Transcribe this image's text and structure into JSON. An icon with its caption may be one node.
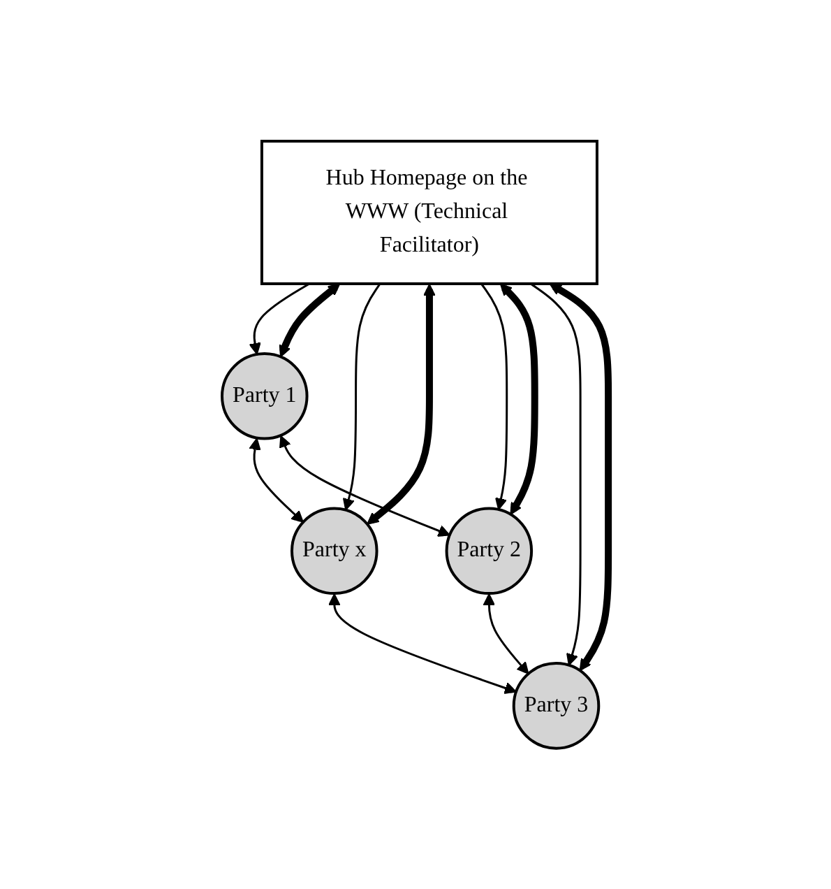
{
  "diagram": {
    "nodes": [
      {
        "text": [
          "Party 1"
        ]
      },
      {
        "text": [
          "Party x"
        ]
      },
      {
        "text": [
          "Hub Homepage on the WWW (Technical Facilitator)"
        ]
      },
      {
        "text": [
          "Party 2"
        ]
      },
      {
        "text": [
          "Party 3"
        ]
      }
    ],
    "edges": [
      {
        "from": 0,
        "to": 1,
        "arrow": "both"
      },
      {
        "from": 2,
        "to": 0,
        "arrow": "to"
      },
      {
        "from": 2,
        "to": 0,
        "arrow": "both",
        "style": "thick"
      },
      {
        "from": 2,
        "to": 1,
        "arrow": "to"
      },
      {
        "from": 2,
        "to": 1,
        "arrow": "both",
        "style": "thick"
      },
      {
        "from": 0,
        "to": 3,
        "arrow": "both"
      },
      {
        "from": 1,
        "to": 4,
        "arrow": "both"
      },
      {
        "from": 2,
        "to": 3,
        "arrow": "to"
      },
      {
        "from": 2,
        "to": 3,
        "arrow": "both",
        "style": "thick"
      },
      {
        "from": 2,
        "to": 4,
        "arrow": "to"
      },
      {
        "from": 2,
        "to": 4,
        "arrow": "both",
        "style": "thick"
      },
      {
        "from": 3,
        "to": 4,
        "arrow": "both"
      }
    ]
  }
}
